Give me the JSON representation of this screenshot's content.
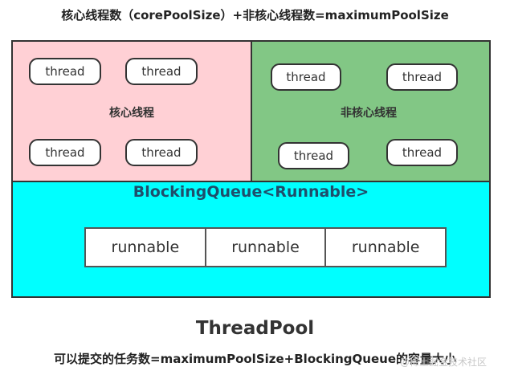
{
  "top_caption": "核心线程数（corePoolSize）+非核心线程数=maximumPoolSize",
  "core_area": {
    "label": "核心线程",
    "threads": [
      "thread",
      "thread",
      "thread",
      "thread"
    ]
  },
  "noncore_area": {
    "label": "非核心线程",
    "threads": [
      "thread",
      "thread",
      "thread",
      "thread"
    ]
  },
  "queue": {
    "title": "BlockingQueue<Runnable>",
    "items": [
      "runnable",
      "runnable",
      "runnable"
    ]
  },
  "pool_title": "ThreadPool",
  "bottom_caption": "可以提交的任务数=maximumPoolSize+BlockingQueue的容量大小",
  "watermark": "@稀土掘金技术社区",
  "colors": {
    "core_fill": "#ffd0d5",
    "noncore_fill": "#82c785",
    "queue_fill": "#00ffff",
    "queue_title": "#1f4e6b"
  }
}
